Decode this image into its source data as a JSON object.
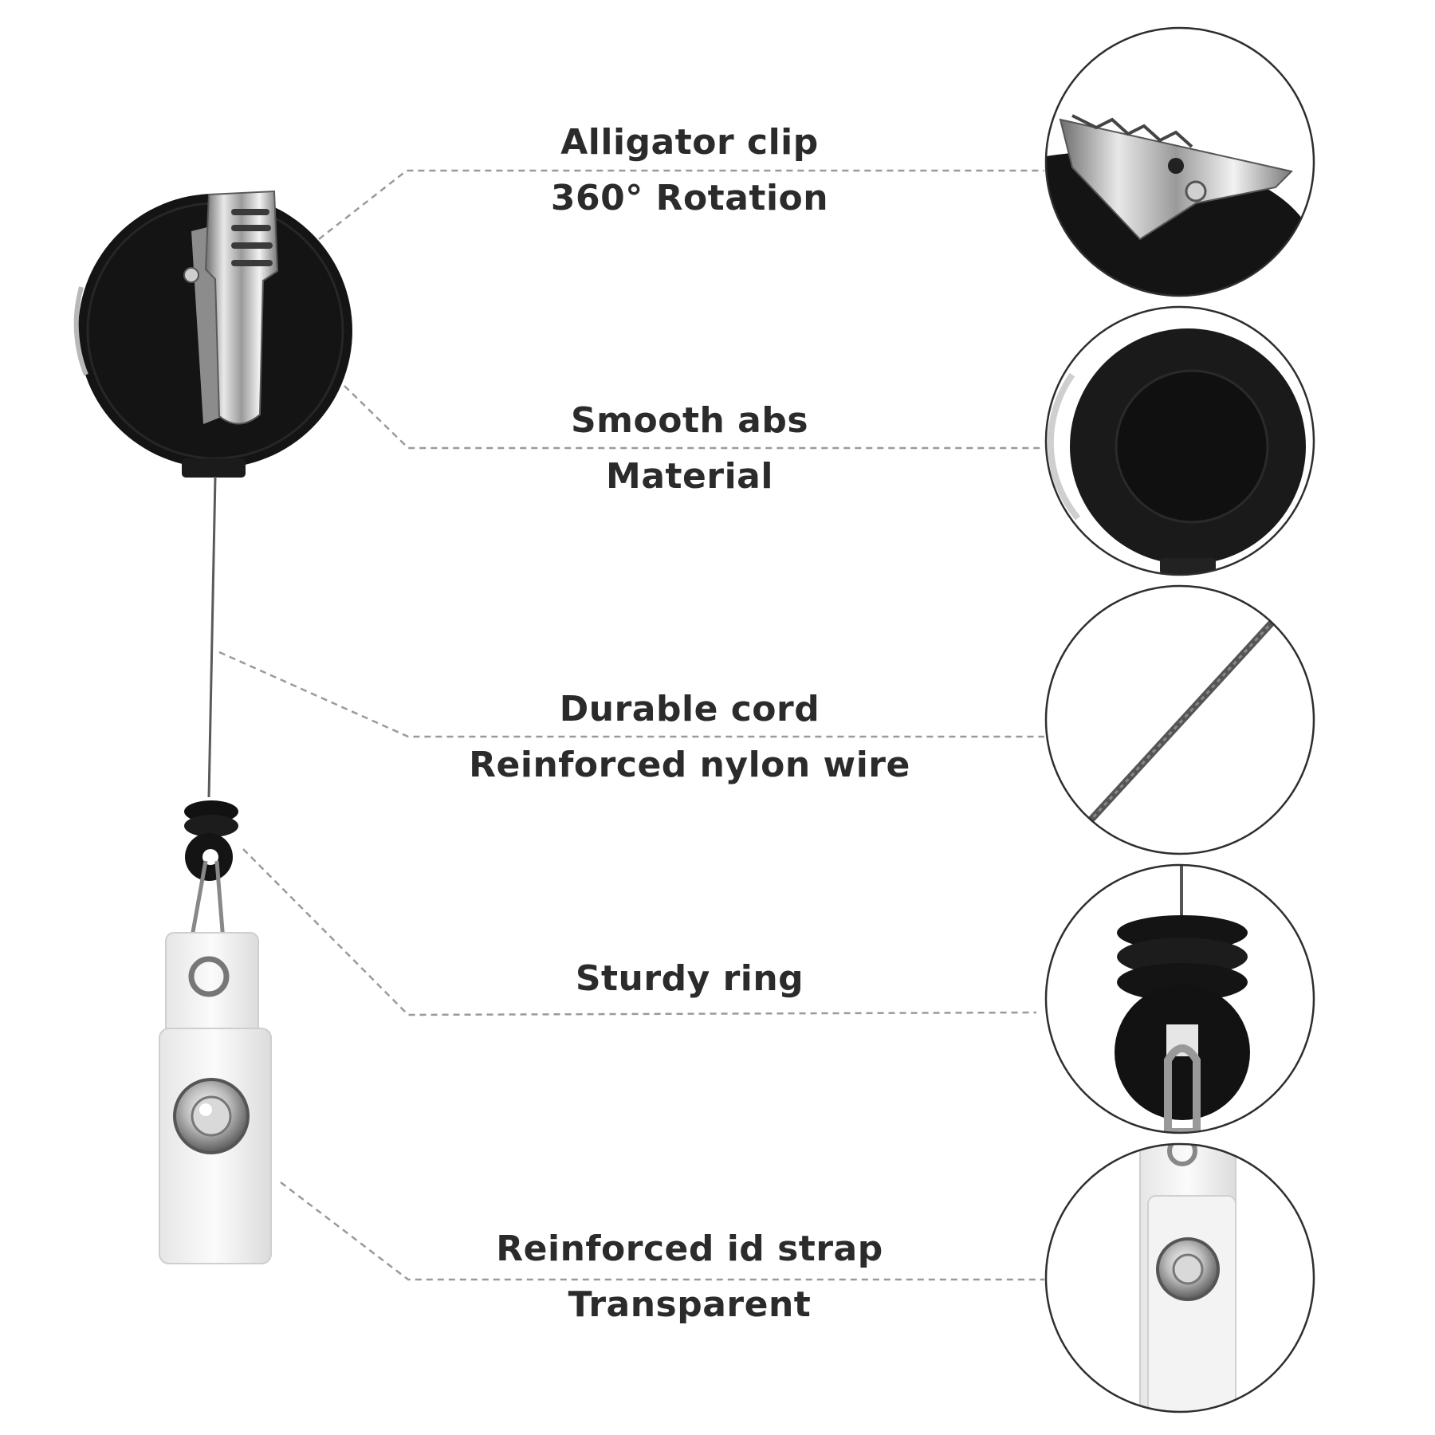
{
  "features": [
    {
      "title": "Alligator clip",
      "subtitle": "360° Rotation"
    },
    {
      "title": "Smooth abs",
      "subtitle": "Material"
    },
    {
      "title": "Durable cord",
      "subtitle": "Reinforced nylon wire"
    },
    {
      "title": "Sturdy ring",
      "subtitle": ""
    },
    {
      "title": "Reinforced id strap",
      "subtitle": "Transparent"
    }
  ]
}
